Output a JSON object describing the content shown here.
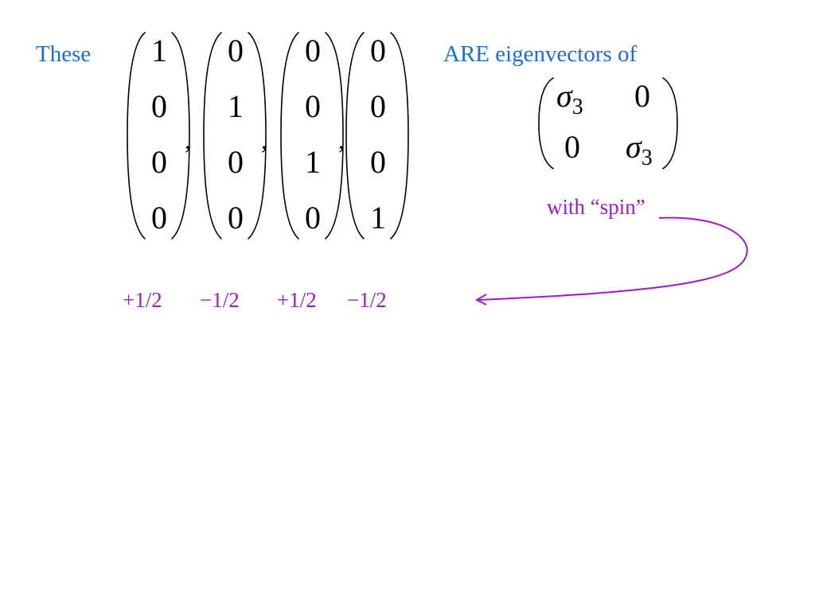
{
  "intro_text": "These",
  "claim_text": "ARE eigenvectors of",
  "spin_note": "with “spin”",
  "comma": ",",
  "vectors": [
    {
      "entries": [
        "1",
        "0",
        "0",
        "0"
      ],
      "spin": "+1/2"
    },
    {
      "entries": [
        "0",
        "1",
        "0",
        "0"
      ],
      "spin": "−1/2"
    },
    {
      "entries": [
        "0",
        "0",
        "1",
        "0"
      ],
      "spin": "+1/2"
    },
    {
      "entries": [
        "0",
        "0",
        "0",
        "1"
      ],
      "spin": "−1/2"
    }
  ],
  "matrix": {
    "r0c0_symbol": "σ",
    "r0c0_sub": "3",
    "r0c1": "0",
    "r1c0": "0",
    "r1c1_symbol": "σ",
    "r1c1_sub": "3"
  },
  "colors": {
    "heading": "#1a6fd6",
    "annotation": "#9a1cc4",
    "math": "#000000"
  }
}
